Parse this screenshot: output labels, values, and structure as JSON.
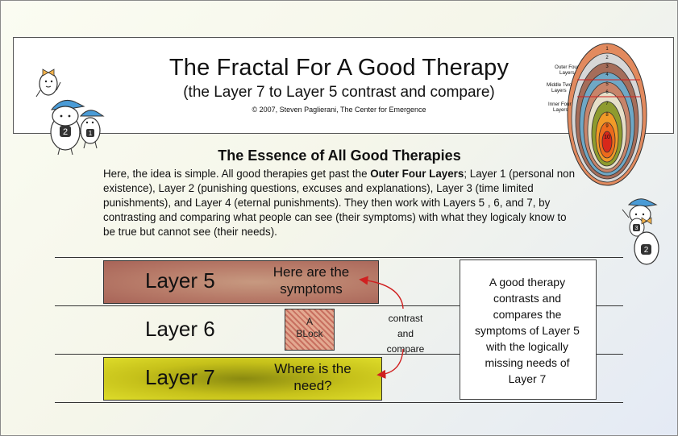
{
  "header": {
    "title": "The Fractal For A Good Therapy",
    "subtitle": "(the Layer 7 to Layer 5 contrast and compare)",
    "copyright": "© 2007, Steven Paglierani, The Center for Emergence"
  },
  "essence": {
    "heading": "The Essence of All Good Therapies",
    "body_prefix": "Here, the idea is simple. All good therapies get past the ",
    "body_bold": "Outer Four Layers",
    "body_suffix": "; Layer 1 (personal non existence), Layer 2 (punishing questions, excuses and explanations), Layer 3 (time limited punishments), and Layer 4 (eternal punishments). They then work with Layers 5 , 6, and 7, by contrasting and comparing what people can see (their symptoms) with what they logicaly know to be true but cannot see (their needs)."
  },
  "layers": {
    "layer5": {
      "label": "Layer 5",
      "text_line1": "Here are the",
      "text_line2": "symptoms",
      "color": "#b77a68"
    },
    "layer6": {
      "label": "Layer 6",
      "block_line1": "A",
      "block_line2": "BLock"
    },
    "layer7": {
      "label": "Layer 7",
      "text_line1": "Where is the",
      "text_line2": "need?",
      "color": "#c6c11a"
    }
  },
  "contrast": {
    "line1": "contrast",
    "line2": "and",
    "line3": "compare"
  },
  "summary": {
    "lines": [
      "A good therapy",
      "contrasts and",
      "compares the",
      "symptoms of Layer 5",
      "with the logically",
      "missing needs of",
      "Layer 7"
    ]
  },
  "fractal": {
    "label_outer": [
      "Outer Four",
      "Layers"
    ],
    "label_middle": [
      "Middle Two",
      "Layers"
    ],
    "label_inner": [
      "Inner Four",
      "Layers"
    ],
    "numbers": [
      "1",
      "2",
      "3",
      "4",
      "5",
      "6",
      "7",
      "8",
      "9",
      "10"
    ]
  },
  "mascots": {
    "left_badge_1": "2",
    "left_badge_2": "1",
    "right_badge_1": "3",
    "right_badge_2": "2"
  }
}
